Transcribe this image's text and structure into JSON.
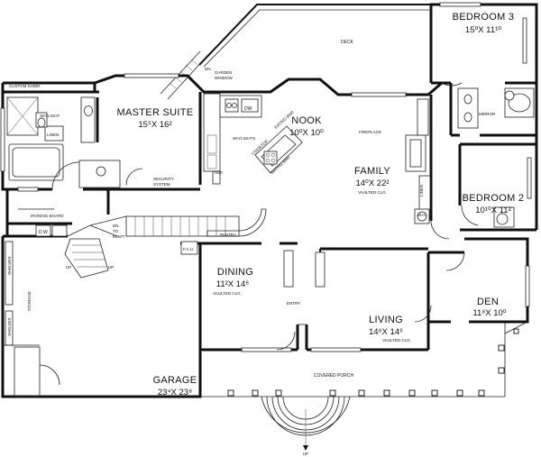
{
  "rooms": {
    "bedroom3": {
      "name": "BEDROOM 3",
      "dim": "15⁰X 11¹⁰"
    },
    "master": {
      "name": "MASTER SUITE",
      "dim": "15⁵X 16²"
    },
    "nook": {
      "name": "NOOK",
      "dim": "10⁰X 10⁰"
    },
    "family": {
      "name": "FAMILY",
      "dim": "14⁰X 22²",
      "note": "VAULTED CLG."
    },
    "bedroom2": {
      "name": "BEDROOM 2",
      "dim": "10¹⁰X 11²"
    },
    "dining": {
      "name": "DINING",
      "dim": "11²X 14⁶",
      "note": "VAULTED CLG."
    },
    "living": {
      "name": "LIVING",
      "dim": "14⁸X 14⁶",
      "note": "VAULTED CLG."
    },
    "den": {
      "name": "DEN",
      "dim": "11⁸X 10⁰"
    },
    "garage": {
      "name": "GARAGE",
      "dim": "23⁴X 23⁸"
    }
  },
  "labels": {
    "deck": "DECK",
    "custom_shwr": "CUSTOM SHWR",
    "skylight": "SKYLIGHT",
    "linen": "LINEN",
    "dn": "DN.",
    "garden_window": "GARDEN",
    "garden_window2": "WINDOW",
    "dw": "DW",
    "dw2": "D W",
    "skylights": "SKYLIGHTS",
    "eating_bar": "EATING BAR",
    "cooktop": "COOKTOP",
    "eating_bar2": "EATING BAR",
    "mirror": "MIRROR",
    "fireplace": "FIREPLACE",
    "linen2": "LINEN",
    "wh": "W.H.",
    "security": "SECURITY",
    "security2": "SYSTEM",
    "ironing": "IRONING BOARD",
    "dn_bsmt": "DN.",
    "dn_bsmt2": "TO",
    "dn_bsmt3": "BSM'T",
    "pantry": "PANTRY",
    "fau": "F.A.U.",
    "shelves": "SHELVES",
    "storage": "STORAGE",
    "shelves2": "SHELVES",
    "up1": "UP",
    "up2": "UP",
    "entry": "ENTRY",
    "covered_porch": "COVERED PORCH",
    "up3": "UP",
    "ref": "REF."
  }
}
